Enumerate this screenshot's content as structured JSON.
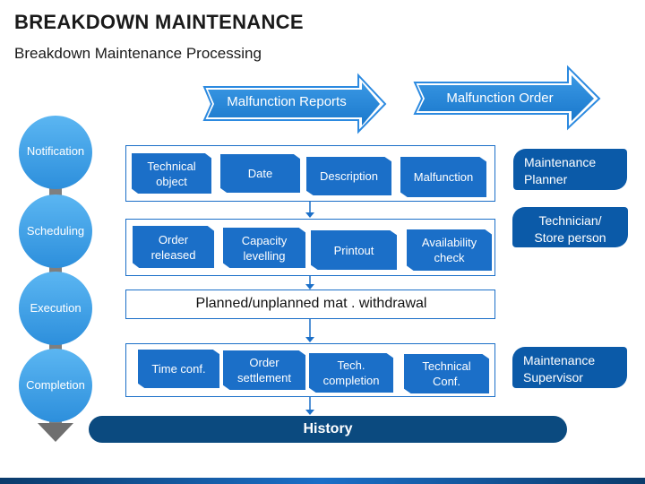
{
  "header": {
    "title": "BREAKDOWN MAINTENANCE",
    "subtitle": "Breakdown Maintenance Processing"
  },
  "flow_arrows": [
    {
      "label": "Malfunction Reports"
    },
    {
      "label": "Malfunction Order"
    }
  ],
  "stages": [
    {
      "label": "Notification"
    },
    {
      "label": "Scheduling"
    },
    {
      "label": "Execution"
    },
    {
      "label": "Completion"
    }
  ],
  "rows": {
    "notification": [
      "Technical\nobject",
      "Date",
      "Description",
      "Malfunction"
    ],
    "scheduling": [
      "Order\nreleased",
      "Capacity\nlevelling",
      "Printout",
      "Availability\ncheck"
    ],
    "execution": "Planned/unplanned mat . withdrawal",
    "completion": [
      "Time conf.",
      "Order\nsettlement",
      "Tech.\ncompletion",
      "Technical\nConf."
    ]
  },
  "roles": [
    {
      "label": "Maintenance\nPlanner"
    },
    {
      "label": "Technician/\nStore person"
    },
    {
      "label": "Maintenance\nSupervisor"
    }
  ],
  "history": {
    "label": "History"
  },
  "colors": {
    "accent_light": "#4aa8ec",
    "accent_blue": "#1b6fc8",
    "accent_dark": "#0b5aa8",
    "history_navy": "#0b4a7f",
    "spine_gray": "#7f7f7f"
  }
}
